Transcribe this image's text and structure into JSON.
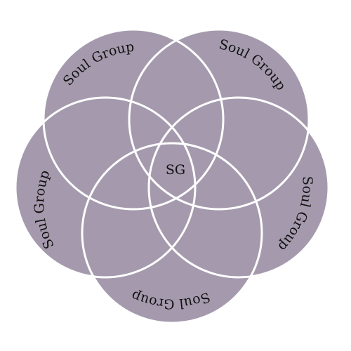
{
  "colors": {
    "circle_fill": "#a59aad",
    "outline": "#ffffff",
    "text": "#111111"
  },
  "diagram": {
    "labels": [
      "Soul Group",
      "Soul Group",
      "Soul Group",
      "Soul Group",
      "Soul Group"
    ],
    "center_label": "SG"
  }
}
